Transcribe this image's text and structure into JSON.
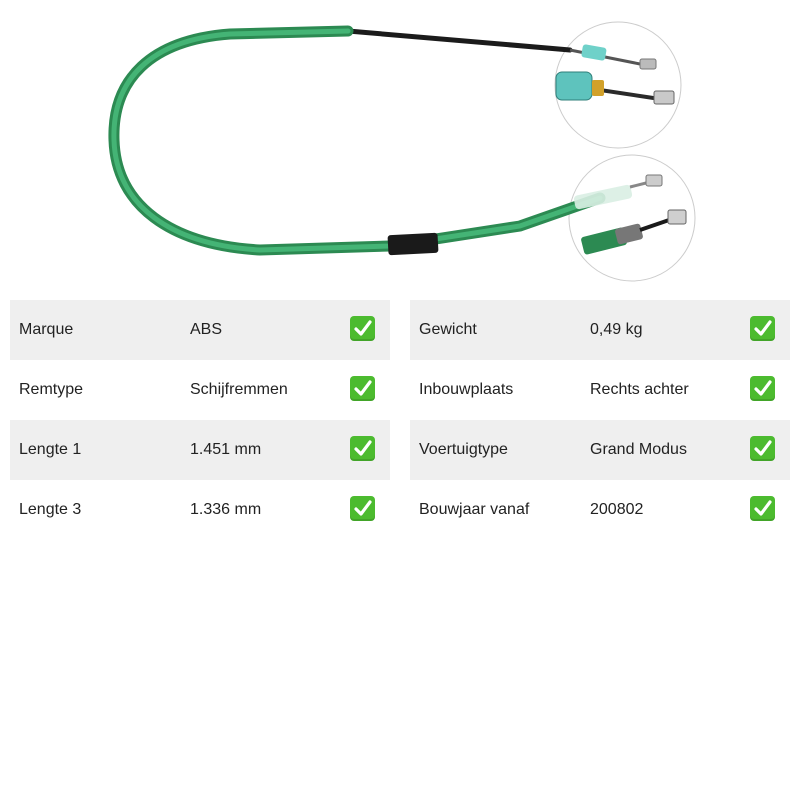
{
  "product_image": {
    "alt": "Handbrake cable",
    "icon": "cable-image",
    "cable_color": "#3aa766",
    "cable_dark_color": "#2c8a52",
    "wire_color": "#1b1b1b",
    "fitting_color": "#6fd1c9"
  },
  "specs": {
    "left": [
      {
        "label": "Marque",
        "value": "ABS"
      },
      {
        "label": "Remtype",
        "value": "Schijfremmen"
      },
      {
        "label": "Lengte 1",
        "value": "1.451 mm"
      },
      {
        "label": "Lengte 3",
        "value": "1.336 mm"
      }
    ],
    "right": [
      {
        "label": "Gewicht",
        "value": "0,49 kg"
      },
      {
        "label": "Inbouwplaats",
        "value": "Rechts achter"
      },
      {
        "label": "Voertuigtype",
        "value": "Grand Modus"
      },
      {
        "label": "Bouwjaar vanaf",
        "value": "200802"
      }
    ]
  },
  "check_icon": "checkmark-icon",
  "colors": {
    "row_shaded": "#efefef",
    "row_plain": "#ffffff",
    "check_bg": "#4cbb2f",
    "text": "#222222"
  }
}
